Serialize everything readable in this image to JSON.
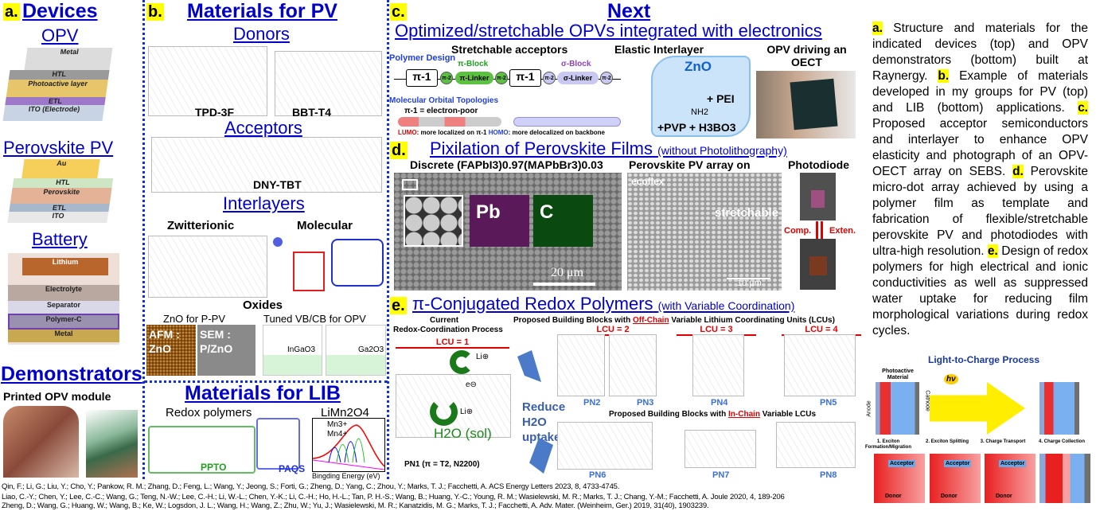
{
  "panel_a": {
    "badge": "a.",
    "title": "Devices",
    "opv": "OPV",
    "opv_layers": [
      "Metal",
      "HTL",
      "Photoactive layer",
      "ETL",
      "ITO (Electrode)"
    ],
    "perovskite": "Perovskite PV",
    "pv_layers": [
      "Au",
      "HTL",
      "Perovskite",
      "ETL",
      "ITO"
    ],
    "battery": "Battery",
    "battery_layers": [
      "Lithium",
      "Electrolyte",
      "Separator",
      "Polymer-C",
      "Metal"
    ],
    "demonstrators": "Demonstrators",
    "printed": "Printed OPV module"
  },
  "panel_b": {
    "badge": "b.",
    "title": "Materials for PV",
    "donors": "Donors",
    "tpd": "TPD-3F",
    "bbt": "BBT-T4",
    "acceptors": "Acceptors",
    "dny": "DNY-TBT",
    "interlayers": "Interlayers",
    "zwitterionic": "Zwitterionic",
    "molecular": "Molecular",
    "oxides": "Oxides",
    "zno": "ZnO for P-PV",
    "tuned": "Tuned VB/CB for OPV",
    "afm": "AFM : ZnO",
    "sem": "SEM : P/ZnO",
    "ingao": "InGaO3",
    "gao": "Ga2O3",
    "lib_title": "Materials for LIB",
    "redox": "Redox polymers",
    "limn": "LiMn2O4",
    "ppto": "PPTO",
    "paqs": "PAQS",
    "mn3": "Mn3+",
    "mn4": "Mn4+",
    "xps_x": "Bingding Energy (eV)"
  },
  "panel_c": {
    "badge": "c.",
    "title": "Next",
    "subtitle": "Optimized/stretchable OPVs integrated with electronics",
    "stretch": "Stretchable acceptors",
    "elastic": "Elastic Interlayer",
    "oect": "OPV driving an OECT",
    "poly_design": "Polymer Design",
    "pi_block": "π-Block",
    "sigma_block": "σ-Block",
    "pi1": "π-1",
    "pi_linker": "π-Linker",
    "sigma_linker": "σ-Linker",
    "pi2": "π-2",
    "mot": "Molecular Orbital Topologies",
    "poor": "π-1 = electron-poor",
    "lumo": "LUMO",
    "lumo_text": ": more localized on π-1",
    "homo": "HOMO",
    "homo_text": ": more delocalized on backbone",
    "zno": "ZnO",
    "pei": "+ PEI",
    "nh2": "NH2",
    "pvp": "+PVP + H3BO3"
  },
  "panel_d": {
    "badge": "d.",
    "title": "Pixilation of Perovskite Films",
    "title_small": "(without Photolithography)",
    "discrete": "Discrete (FAPbI3)0.97(MAPbBr3)0.03",
    "array": "Perovskite PV array on",
    "photodiode": "Photodiode",
    "pb": "Pb",
    "c": "C",
    "scale1": "20 μm",
    "ecoflex": "ecoflex",
    "stretchable": "stretchable",
    "scale2": "10 μm",
    "comp": "Comp.",
    "exten": "Exten."
  },
  "panel_e": {
    "badge": "e.",
    "title": "π-Conjugated Redox Polymers",
    "title_small": "(with Variable Coordination)",
    "current": "Current",
    "process": "Redox-Coordination Process",
    "lcu1": "LCU = 1",
    "off_pre": "Proposed Building Blocks with ",
    "off": "Off-Chain",
    "off_post": " Variable Lithium Coordinating Units (LCUs)",
    "lcu2": "LCU = 2",
    "lcu3": "LCU = 3",
    "lcu4": "LCU = 4",
    "in_pre": "Proposed Building Blocks with ",
    "in": "In-Chain",
    "in_post": " Variable LCUs",
    "reduce": "Reduce H2O uptake",
    "h2o": "H2O (sol)",
    "pn1": "PN1 (π = T2, N2200)",
    "pns": [
      "PN2",
      "PN3",
      "PN4",
      "PN5",
      "PN6",
      "PN7",
      "PN8"
    ],
    "li": "Li⊕",
    "e": "e⊖"
  },
  "caption": {
    "a": "a.",
    "a_text": " Structure and materials for the indicated devices (top) and OPV demonstrators (bottom) built at Raynergy. ",
    "b": "b.",
    "b_text": " Example of materials developed in my groups for PV (top) and LIB (bottom) applications. ",
    "c": "c.",
    "c_text": " Proposed acceptor semiconductors and interlayer to enhance OPV elasticity and photograph of an OPV-OECT array on SEBS. ",
    "d": "d.",
    "d_text": " Perovskite micro-dot array achieved by using a polymer film as template and fabrication of flexible/stretchable perovskite PV and photodiodes with ultra-high resolution. ",
    "e": "e.",
    "e_text": " Design of redox polymers for high electrical and ionic conductivities as well as suppressed water uptake for reducing film morphological variations during redox cycles."
  },
  "light": {
    "title": "Light-to-Charge Process",
    "photoactive": "Photoactive Material",
    "anode": "Anode",
    "cathode": "Cathode",
    "hv": "hν",
    "steps": [
      "1. Exciton Formation/Migration",
      "2. Exciton Splitting",
      "3. Charge Transport",
      "4. Charge Collection"
    ],
    "acceptor": "Acceptor",
    "donor": "Donor"
  },
  "references": [
    "Qin, F.; Li, G.; Liu, Y.; Cho, Y.; Pankow, R. M.; Zhang, D.; Feng, L.; Wang, Y.; Jeong, S.; Forti, G.; Zheng, D.; Yang, C.; Zhou, Y.; Marks, T. J.; Facchetti, A. ACS Energy Letters 2023, 8, 4733-4745.",
    "Liao, C.-Y.; Chen, Y.; Lee, C.-C.; Wang, G.; Teng, N.-W.; Lee, C.-H.; Li, W.-L.; Chen, Y.-K.; Li, C.-H.; Ho, H.-L.; Tan, P. H.-S.; Wang, B.; Huang, Y.-C.; Young, R. M.; Wasielewski, M. R.; Marks, T. J.; Chang, Y.-M.; Facchetti, A. Joule 2020, 4, 189-206",
    "Zheng, D.; Wang, G.; Huang, W.; Wang, B.; Ke, W.; Logsdon, J. L.; Wang, H.; Wang, Z.; Zhu, W.; Yu, J.; Wasielewski, M. R.; Kanatzidis, M. G.; Marks, T. J.; Facchetti, A. Adv. Mater. (Weinheim, Ger.) 2019, 31(40), 1903239."
  ],
  "colors": {
    "title_blue": "#0000cc",
    "highlight": "#ffff00",
    "divider": "#1030e0",
    "red": "#e00000"
  }
}
